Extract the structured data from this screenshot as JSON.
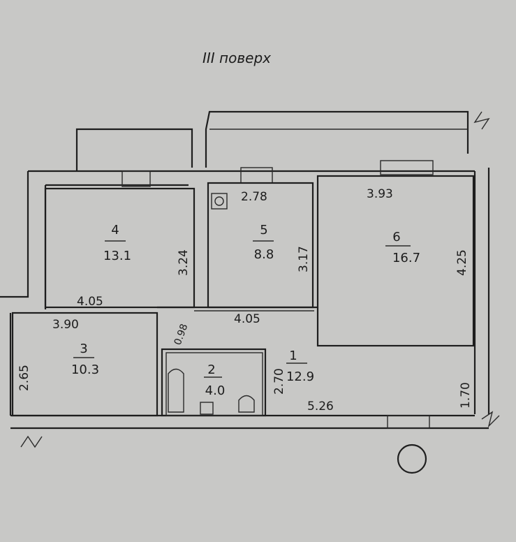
{
  "title": "III поверх",
  "rooms": [
    {
      "number": "1",
      "area": "12.9"
    },
    {
      "number": "2",
      "area": "4.0"
    },
    {
      "number": "3",
      "area": "10.3"
    },
    {
      "number": "4",
      "area": "13.1"
    },
    {
      "number": "5",
      "area": "8.8"
    },
    {
      "number": "6",
      "area": "16.7"
    }
  ],
  "dimensions": {
    "room4_width": "4.05",
    "room4_height": "3.24",
    "room5_width": "2.78",
    "room5_height": "3.17",
    "room6_width": "3.93",
    "room6_height": "4.25",
    "corridor_width": "4.05",
    "room3_width": "3.90",
    "room3_height": "2.65",
    "bath_offset": "0.98",
    "hall_height": "2.70",
    "hall_width": "5.26",
    "hall_right": "1.70"
  },
  "colors": {
    "paper": "#c8c8c6",
    "ink": "#1e1e1e"
  }
}
